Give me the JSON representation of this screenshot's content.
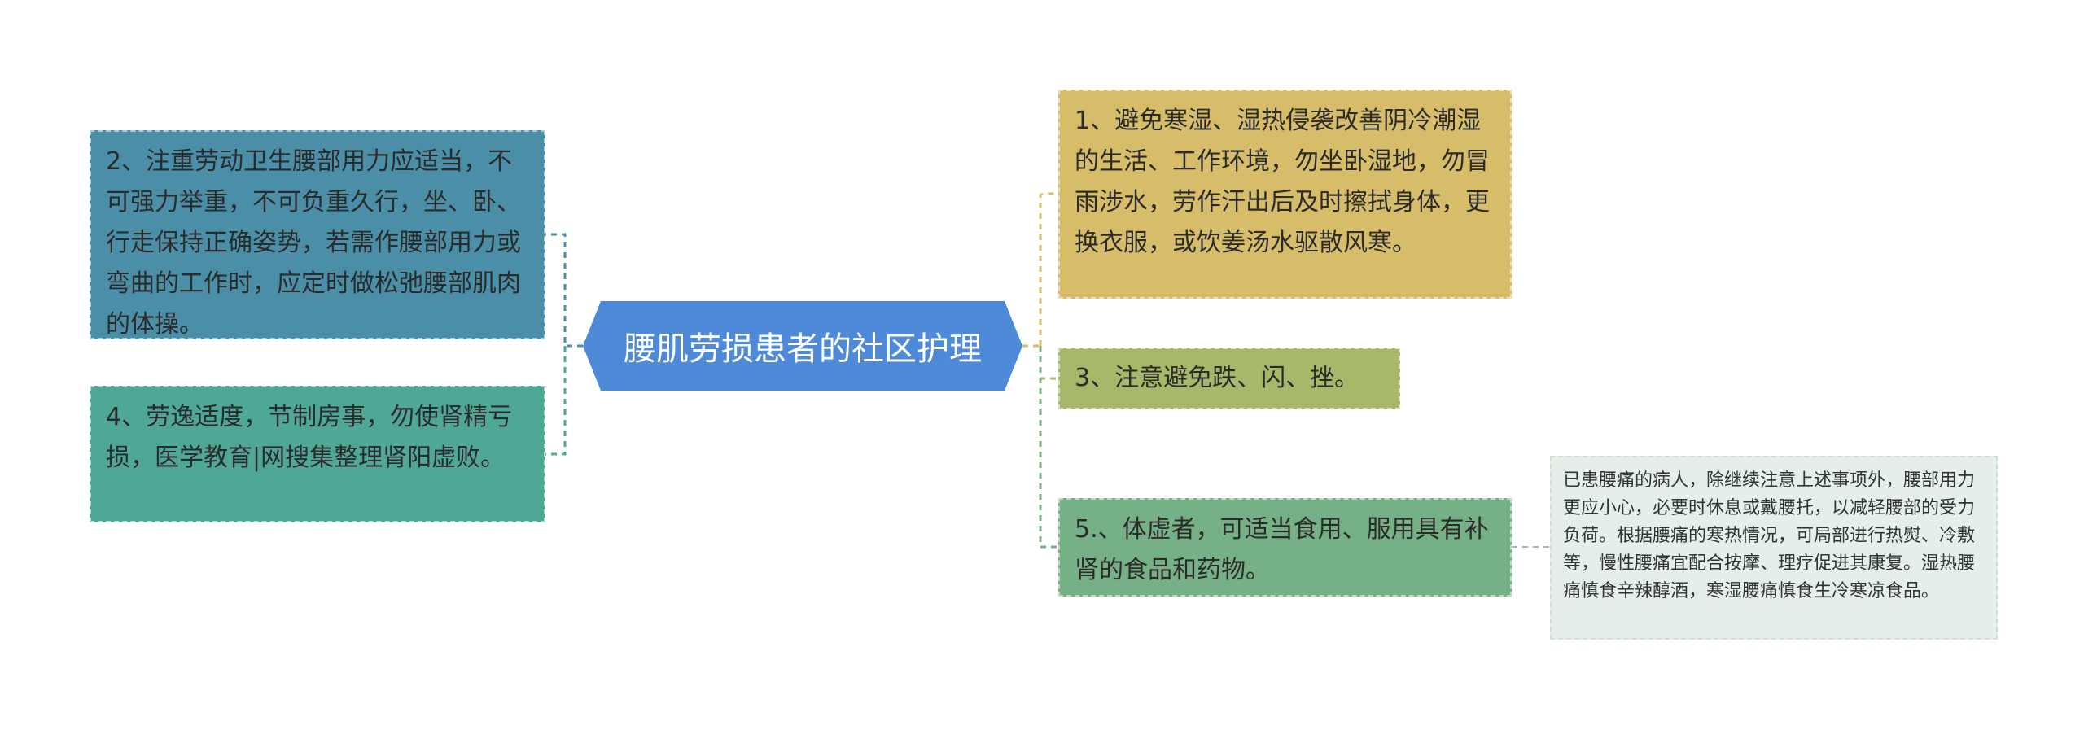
{
  "colors": {
    "center": "#4f8ad8",
    "left1": "#4a8fa7",
    "left2": "#4fa796",
    "right1": "#d7bd69",
    "right2": "#a8b86b",
    "right3": "#76b086",
    "leaf": "#e3efe8"
  },
  "center": {
    "label": "腰肌劳损患者的社区护理"
  },
  "left": [
    {
      "text": "2、注重劳动卫生腰部用力应适当，不可强力举重，不可负重久行，坐、卧、行走保持正确姿势，若需作腰部用力或弯曲的工作时，应定时做松弛腰部肌肉的体操。"
    },
    {
      "text": "4、劳逸适度，节制房事，勿使肾精亏损，医学教育|网搜集整理肾阳虚败。"
    }
  ],
  "right": [
    {
      "text": "1、避免寒湿、湿热侵袭改善阴冷潮湿的生活、工作环境，勿坐卧湿地，勿冒雨涉水，劳作汗出后及时擦拭身体，更换衣服，或饮姜汤水驱散风寒。"
    },
    {
      "text": "3、注意避免跌、闪、挫。"
    },
    {
      "text": "5.、体虚者，可适当食用、服用具有补肾的食品和药物。"
    }
  ],
  "leaf": {
    "text": "已患腰痛的病人，除继续注意上述事项外，腰部用力更应小心，必要时休息或戴腰托，以减轻腰部的受力负荷。根据腰痛的寒热情况，可局部进行热熨、冷敷等，慢性腰痛宜配合按摩、理疗促进其康复。湿热腰痛慎食辛辣醇酒，寒湿腰痛慎食生冷寒凉食品。"
  }
}
